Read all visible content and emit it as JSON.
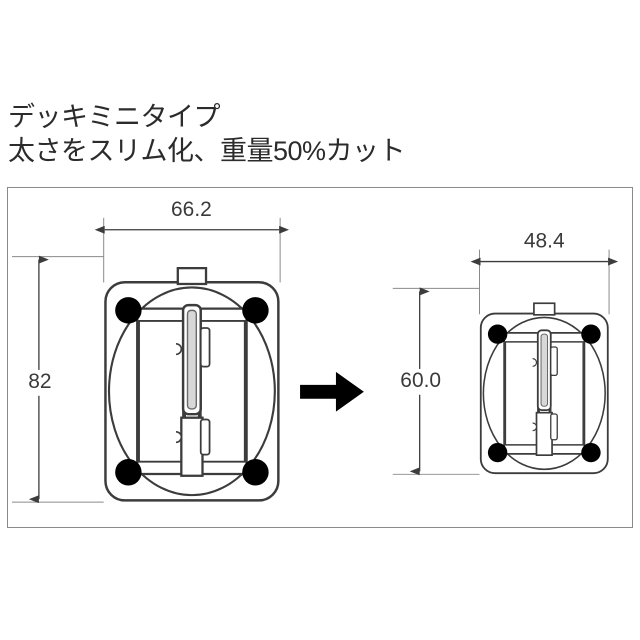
{
  "headline": {
    "line1": "デッキミニタイプ",
    "line2": "太さをスリム化、重量50%カット"
  },
  "figure": {
    "before": {
      "label": "before-cross-section",
      "width_dim": "66.2",
      "height_dim": "82"
    },
    "after": {
      "label": "after-cross-section",
      "width_dim": "48.4",
      "height_dim": "60.0"
    },
    "transition_icon": "right-arrow-icon"
  },
  "colors": {
    "text": "#2b2b2b",
    "dimension_text": "#3a3a3a",
    "frame_border": "#8a8a8a",
    "drawing_line": "#3c3c3c",
    "drawing_fill": "#ffffff",
    "corner_node": "#000000",
    "arrow": "#000000",
    "background": "#ffffff"
  }
}
